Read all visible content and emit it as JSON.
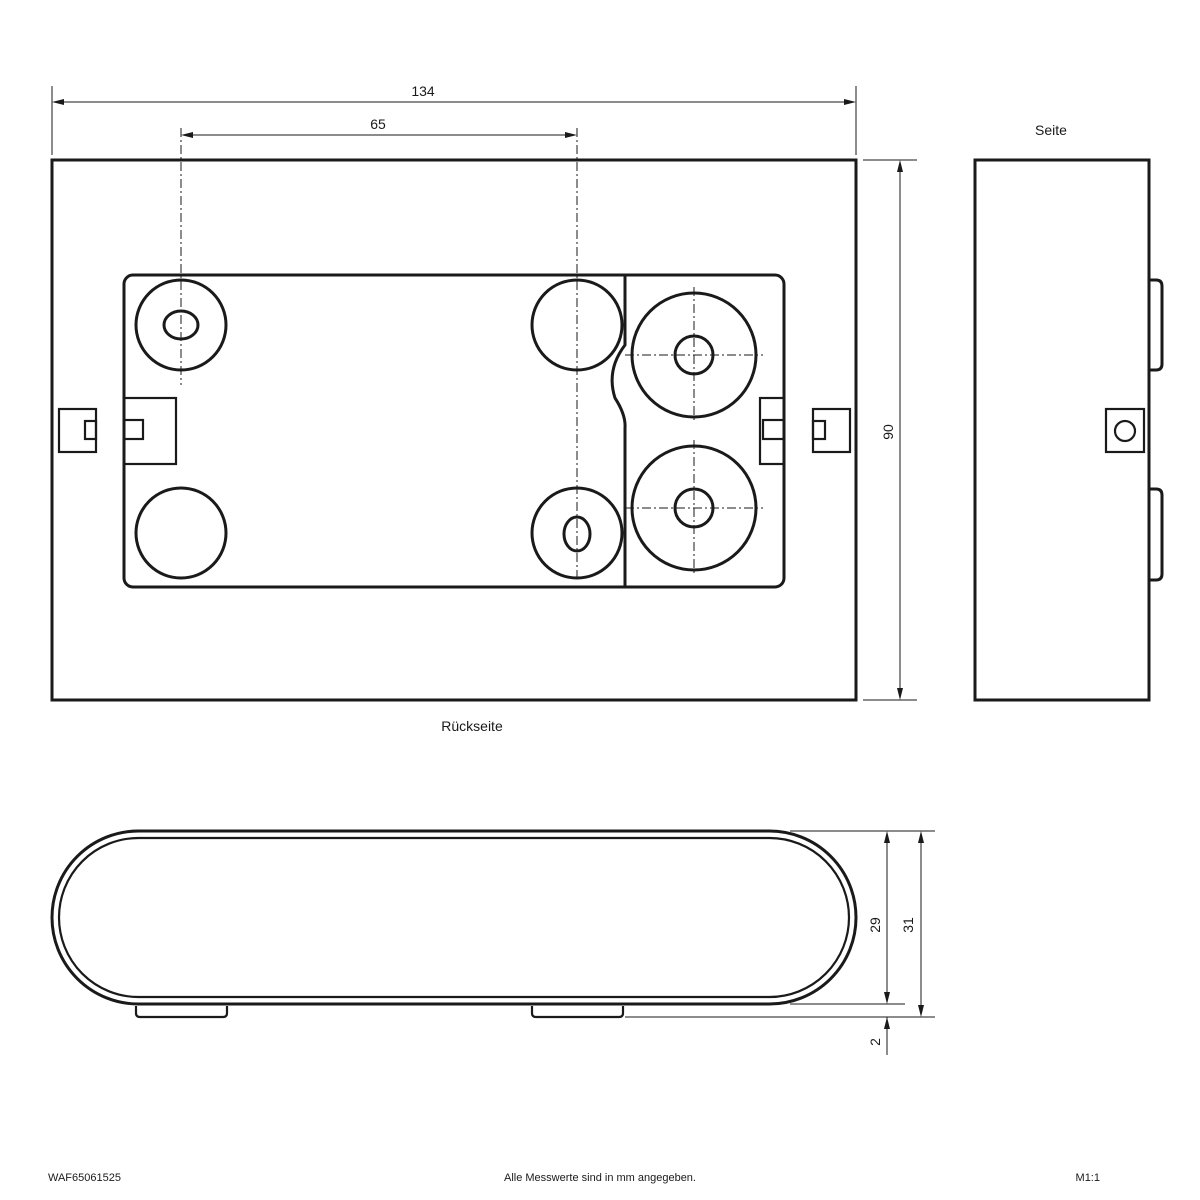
{
  "dimensions": {
    "overall_width": "134",
    "hole_spacing": "65",
    "height": "90",
    "depth_inner": "29",
    "depth_outer": "31",
    "foot_height": "2"
  },
  "views": {
    "back": "Rückseite",
    "side": "Seite"
  },
  "footer": {
    "article_number": "WAF65061525",
    "note": "Alle Messwerte sind in mm angegeben.",
    "scale": "M1:1"
  }
}
